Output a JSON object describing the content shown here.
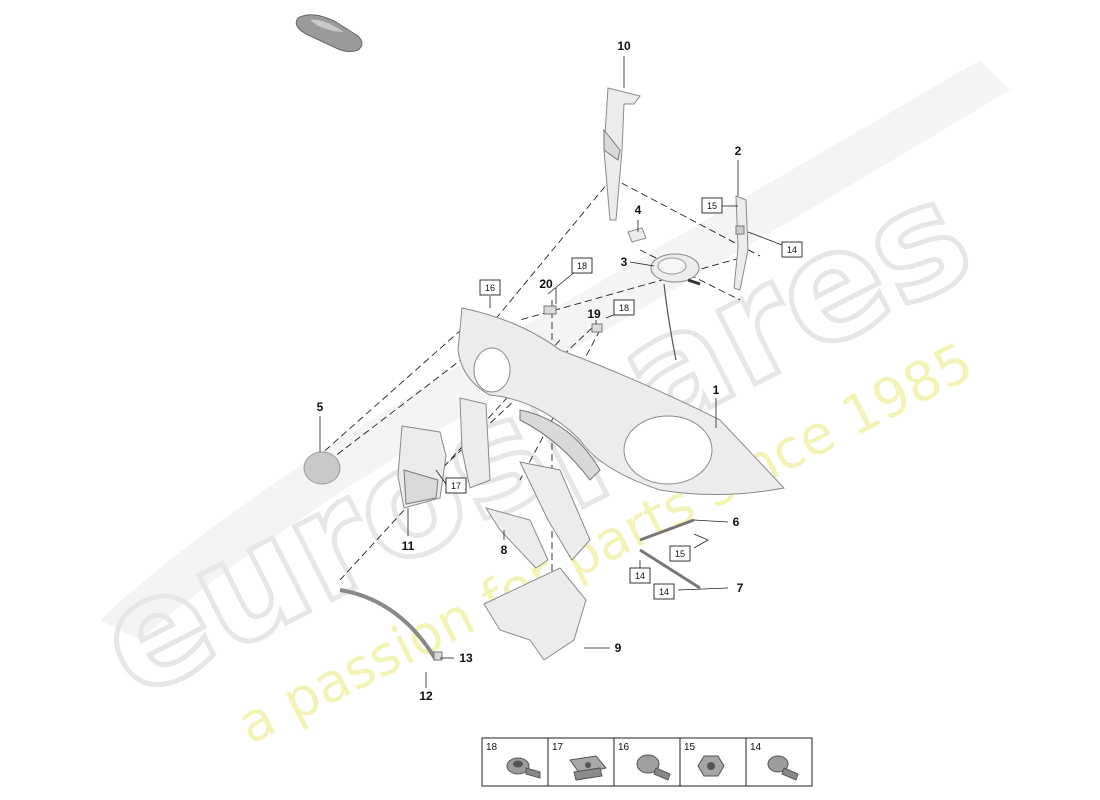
{
  "watermark": {
    "brand": "eurospares",
    "tagline": "a passion for parts since 1985"
  },
  "callouts": [
    "1",
    "2",
    "3",
    "4",
    "5",
    "6",
    "7",
    "8",
    "9",
    "10",
    "11",
    "12",
    "13",
    "19",
    "20"
  ],
  "boxed_refs": [
    "14",
    "14",
    "14",
    "14",
    "15",
    "15",
    "16",
    "17",
    "18",
    "18"
  ],
  "fastener_table": {
    "columns": [
      "18",
      "17",
      "16",
      "15",
      "14"
    ],
    "icons": [
      "flange-bolt-icon",
      "clip-nut-icon",
      "screw-icon",
      "hex-nut-icon",
      "pan-bolt-icon"
    ]
  }
}
